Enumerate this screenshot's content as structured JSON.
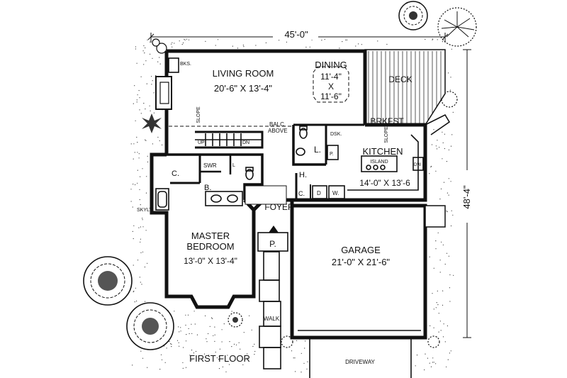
{
  "plan": {
    "overall_width": "45'-0\"",
    "overall_depth": "48'-4\"",
    "floor_label": "FIRST FLOOR"
  },
  "rooms": {
    "living": {
      "name": "LIVING ROOM",
      "size": "20'-6\" X 13'-4\""
    },
    "dining": {
      "name": "DINING",
      "w": "11'-4\"",
      "x": "X",
      "d": "11'-6\""
    },
    "deck": "DECK",
    "brkfst": "BRKFST.",
    "kitchen": {
      "name": "KITCHEN",
      "size": "14'-0\" X 13'-6"
    },
    "island": "ISLAND",
    "master": {
      "name1": "MASTER",
      "name2": "BEDROOM",
      "size": "13'-0\" X 13'-4\""
    },
    "garage": {
      "name": "GARAGE",
      "size": "21'-0\" X 21'-6\""
    },
    "foyer": "FOYER",
    "porch": "P.",
    "walk": "WALK",
    "driveway": "DRIVEWAY"
  },
  "labels": {
    "bks": "BKS.",
    "slope_left": "SLOPE",
    "slope_kitchen": "SLOPE",
    "balc": "BALC.",
    "above": "ABOVE",
    "up": "UP",
    "dn": "DN",
    "dsk": "DSK.",
    "lav": "L.",
    "pantry": "P.",
    "closet_c": "C.",
    "swr": "SWR",
    "bath": "B.",
    "linen": "L",
    "hall": "H.",
    "coat": "C.",
    "dryer": "D",
    "washer": "W.",
    "dw": "DW",
    "skylt": "SKYLT."
  }
}
